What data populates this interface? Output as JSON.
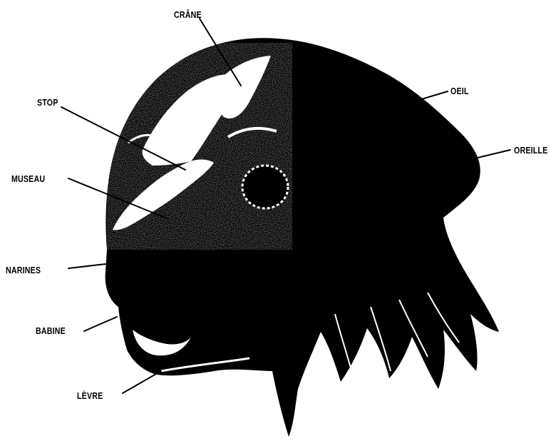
{
  "diagram": {
    "colors": {
      "ink": "#000000",
      "paper": "#ffffff"
    },
    "labels": {
      "crane": "CRÂNE",
      "stop": "STOP",
      "oeil": "OEIL",
      "oreille": "OREILLE",
      "museau": "MUSEAU",
      "narines": "NARINES",
      "babine": "BABINE",
      "levre": "LÈVRE"
    }
  }
}
